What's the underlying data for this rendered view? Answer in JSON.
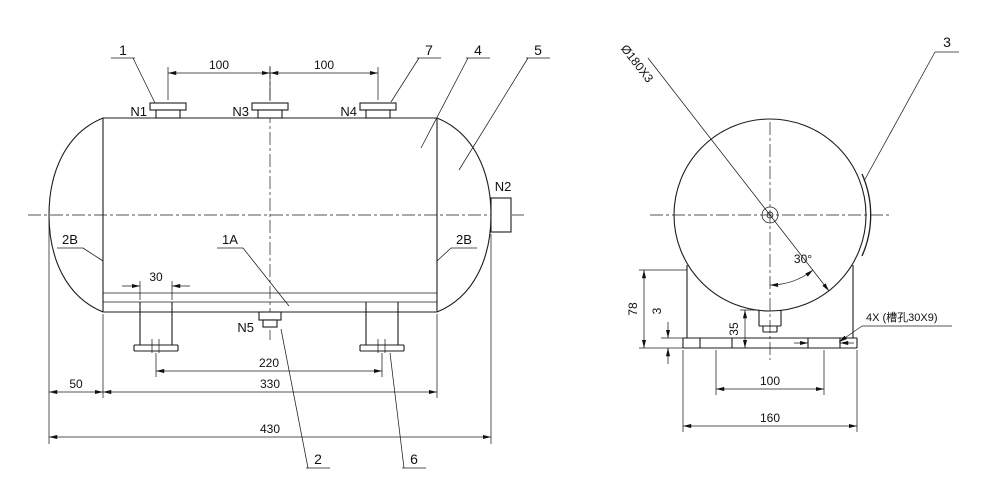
{
  "side_view": {
    "balloons": {
      "b1": "1",
      "b7": "7",
      "b4": "4",
      "b5": "5",
      "b2": "2",
      "b6": "6"
    },
    "nozzles": {
      "n1": "N1",
      "n2": "N2",
      "n3": "N3",
      "n4": "N4",
      "n5": "N5"
    },
    "welds": {
      "left": "2B",
      "right": "2B",
      "bottom": "1A"
    },
    "dims": {
      "pitch_left": "100",
      "pitch_right": "100",
      "saddle_width": "30",
      "saddle_span": "220",
      "tangent_length": "330",
      "head_projection": "50",
      "overall_length": "430"
    }
  },
  "end_view": {
    "balloons": {
      "b3": "3"
    },
    "dims": {
      "shell": "Ø180X3",
      "angle": "30°",
      "saddle_height": "78",
      "plate_thickness": "3",
      "base_height": "35",
      "slot_span": "100",
      "base_width": "160"
    },
    "slot_note": "4X (槽孔30X9)"
  }
}
